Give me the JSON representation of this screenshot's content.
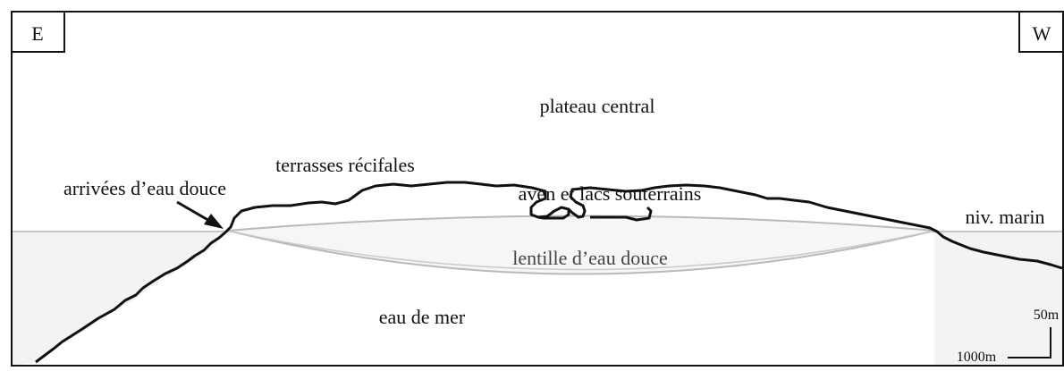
{
  "diagram": {
    "orientation": {
      "left": "E",
      "right": "W"
    },
    "labels": {
      "plateau": "plateau central",
      "terraces": "terrasses récifales",
      "aven": "aven et lacs souterrains",
      "freshwater_inflow": "arrivées d’eau douce",
      "sea_level": "niv. marin",
      "lens": "lentille d’eau douce",
      "seawater": "eau de mer"
    },
    "scale": {
      "vertical": "50m",
      "horizontal": "1000m"
    },
    "colors": {
      "outline": "#111111",
      "sea_fill": "#f3f3f3",
      "lens_fill": "#f6f6f6",
      "lens_stroke": "#b9b9b9",
      "sea_level_line": "#c8c8c8"
    }
  }
}
